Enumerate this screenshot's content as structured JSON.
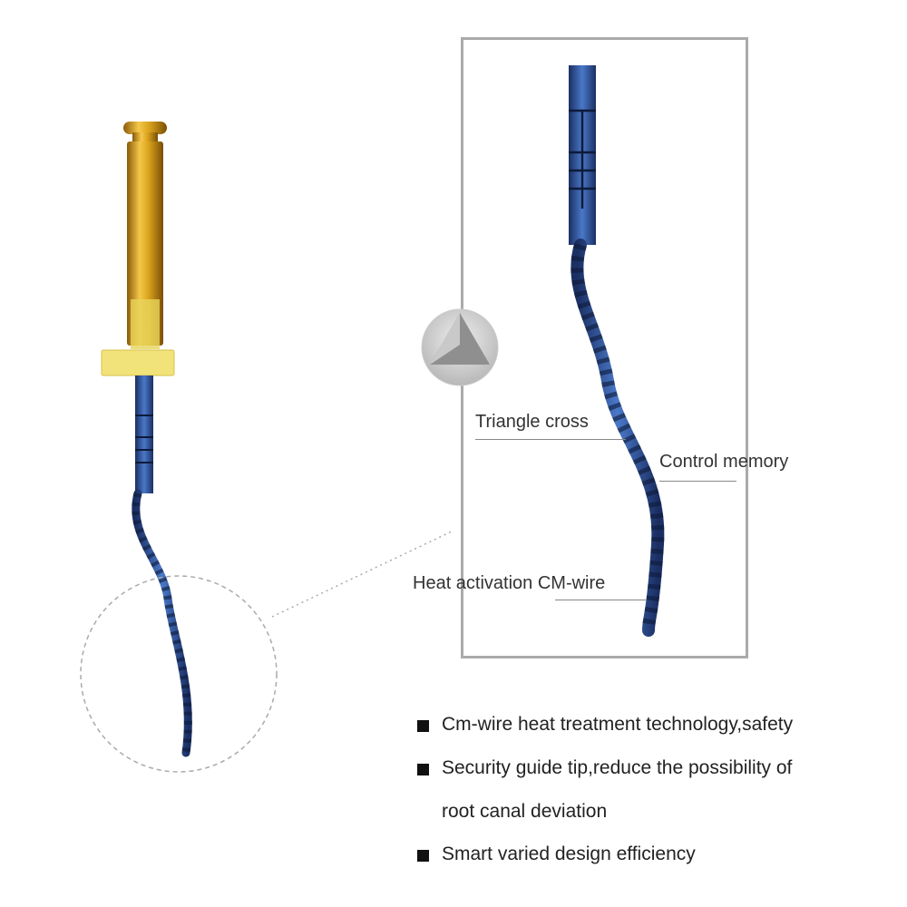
{
  "callouts": {
    "triangle": "Triangle cross",
    "memory": "Control memory",
    "heat": "Heat activation CM-wire"
  },
  "features": [
    "Cm-wire heat treatment technology,safety",
    "Security guide tip,reduce the possibility of",
    "root canal deviation",
    "Smart varied design efficiency"
  ],
  "colors": {
    "gold": "#d9a21c",
    "stopper": "#f2e27a",
    "blue": "#2c4f9a",
    "frame": "#aaaaaa"
  }
}
